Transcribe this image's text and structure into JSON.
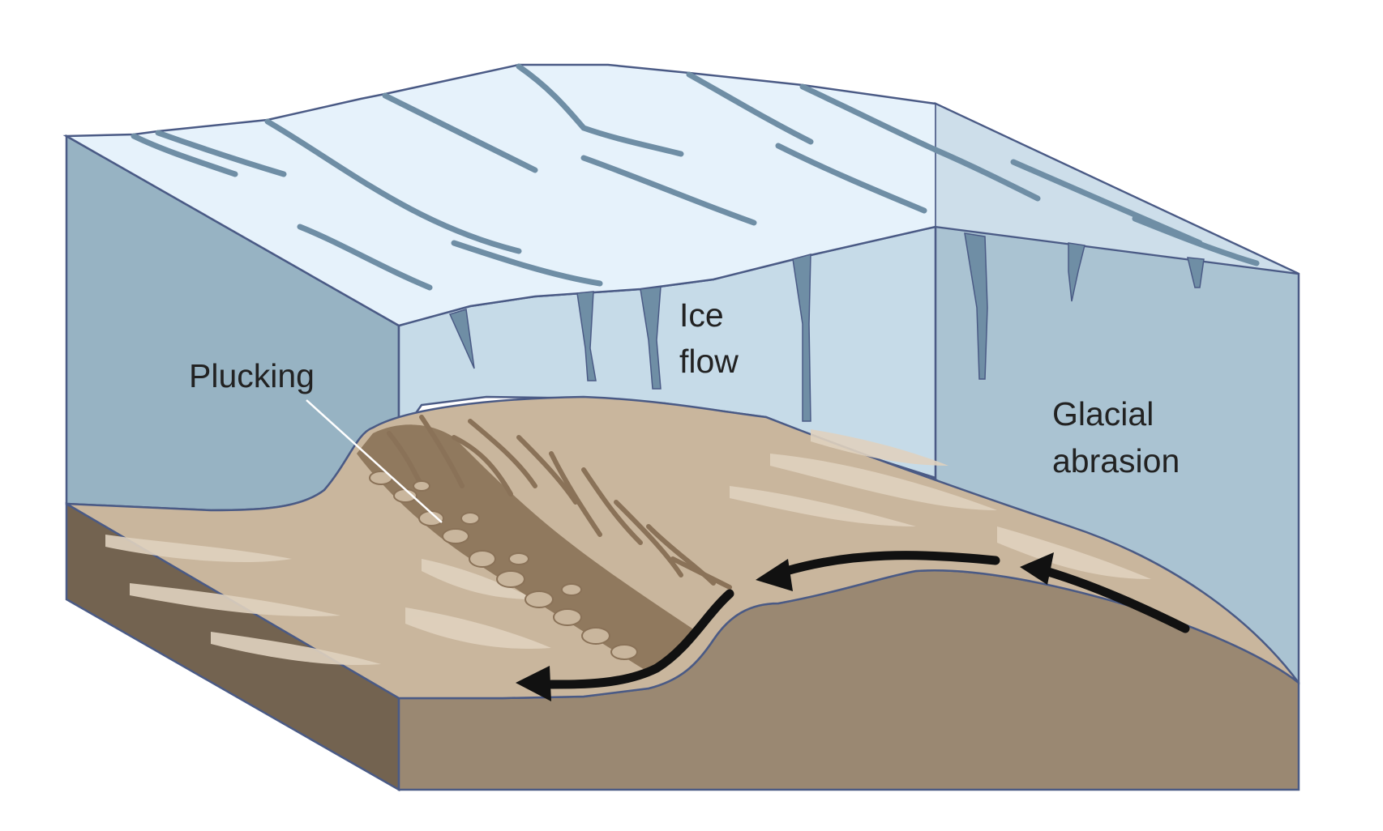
{
  "labels": {
    "plucking": "Plucking",
    "ice_flow_line1": "Ice",
    "ice_flow_line2": "flow",
    "abrasion_line1": "Glacial",
    "abrasion_line2": "abrasion"
  },
  "colors": {
    "ice_top": "#e6f2fb",
    "ice_front": "#c6dbe8",
    "ice_left": "#97b3c3",
    "ice_right": "#aac3d2",
    "outline": "#4a5a85",
    "crevasse": "#6f8ea5",
    "sediment": "#c9b69d",
    "sediment_light": "#e0d2bf",
    "sediment_dark": "#8a7258",
    "rock_front": "#9a8872",
    "rock_left": "#736350",
    "arrow": "#111111"
  }
}
